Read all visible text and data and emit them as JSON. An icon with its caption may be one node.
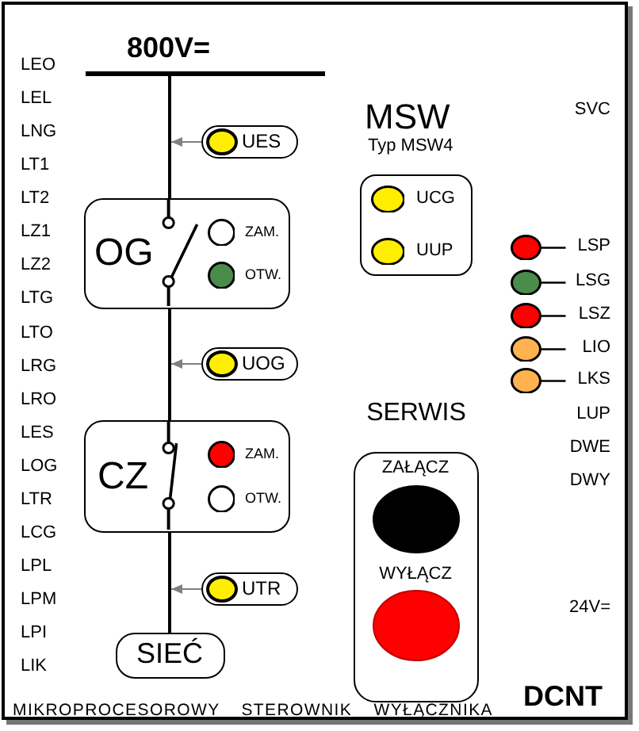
{
  "diagram": {
    "nodes": [
      {
        "text": [
          "800V="
        ]
      },
      {
        "text": [
          "UES"
        ]
      },
      {
        "text": [
          "OG",
          "ZAM.",
          "OTW."
        ]
      },
      {
        "text": [
          "UOG"
        ]
      },
      {
        "text": [
          "CZ",
          "ZAM.",
          "OTW."
        ]
      },
      {
        "text": [
          "UTR"
        ]
      },
      {
        "text": [
          "SIEĆ"
        ]
      },
      {
        "text": [
          "UCG",
          "UUP"
        ]
      },
      {
        "text": [
          "SERWIS",
          "ZAŁĄCZ",
          "WYŁĄCZ"
        ]
      }
    ],
    "edges": [
      {
        "from": 0,
        "to": 2,
        "arrow": "none"
      },
      {
        "from": 1,
        "to": null,
        "arrow": "to",
        "color": "#808080"
      },
      {
        "from": 2,
        "to": 4,
        "arrow": "none"
      },
      {
        "from": 3,
        "to": null,
        "arrow": "to",
        "color": "#808080"
      },
      {
        "from": 4,
        "to": 6,
        "arrow": "none"
      },
      {
        "from": 5,
        "to": null,
        "arrow": "to",
        "color": "#808080"
      }
    ],
    "labels": [
      "LEO",
      "LEL",
      "LNG",
      "LT1",
      "LT2",
      "LZ1",
      "LZ2",
      "LTG",
      "LTO",
      "LRG",
      "LRO",
      "LES",
      "LOG",
      "LTR",
      "LCG",
      "LPL",
      "LPM",
      "LPI",
      "LIK",
      "MSW",
      "Typ MSW4",
      "SVC",
      "LSP",
      "LSG",
      "LSZ",
      "LIO",
      "LKS",
      "LUP",
      "DWE",
      "DWY",
      "24V=",
      "MIKROPROCESOROWY STEROWNIK WYŁĄCZNIKA",
      "DCNT"
    ]
  }
}
